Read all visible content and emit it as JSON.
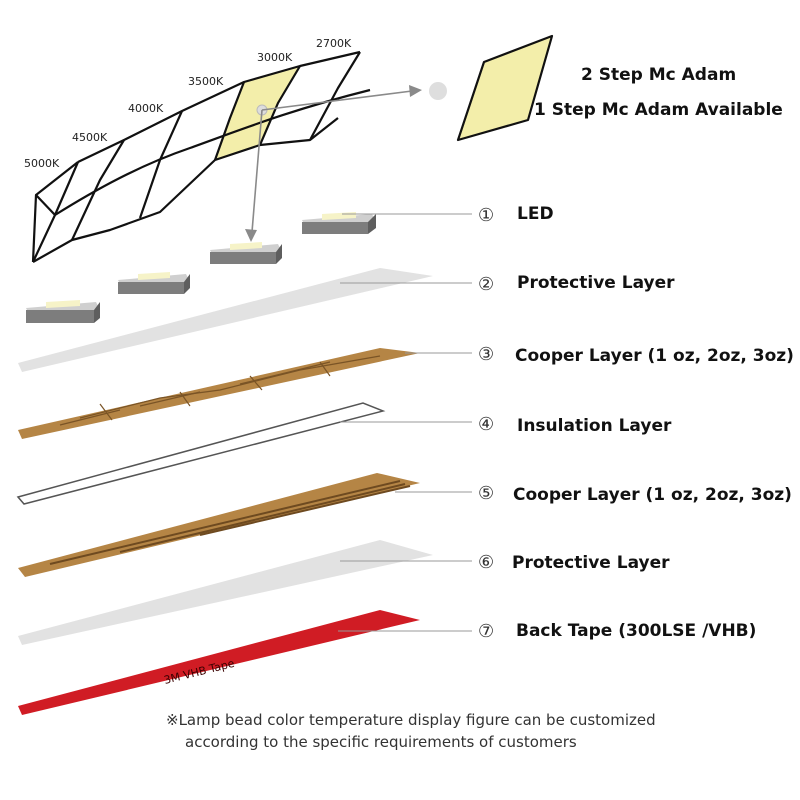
{
  "color_chart": {
    "temperatures": [
      "5000K",
      "4500K",
      "4000K",
      "3500K",
      "3000K",
      "2700K"
    ]
  },
  "mcadam": {
    "line1": "2 Step Mc Adam",
    "line2": "1 Step Mc Adam Available",
    "highlight_color": "#f3eeaa"
  },
  "layers": [
    {
      "number": "①",
      "title": "LED"
    },
    {
      "number": "②",
      "title": "Protective Layer"
    },
    {
      "number": "③",
      "title": "Cooper Layer (1 oz, 2oz, 3oz)"
    },
    {
      "number": "④",
      "title": "Insulation Layer"
    },
    {
      "number": "⑤",
      "title": "Cooper Layer (1 oz, 2oz, 3oz)"
    },
    {
      "number": "⑥",
      "title": "Protective Layer"
    },
    {
      "number": "⑦",
      "title": "Back Tape (300LSE /VHB)"
    }
  ],
  "tape_print": "3M VHB Tape",
  "colors": {
    "copper": "#b58545",
    "protective": "#e2e2e2",
    "back_tape": "#d01c24",
    "led_body": "#7d7d7d",
    "led_emitter": "#f6f3c8"
  },
  "note": {
    "line1": "※Lamp bead color temperature display figure can be customized",
    "line2": "according to the specific requirements of customers"
  }
}
